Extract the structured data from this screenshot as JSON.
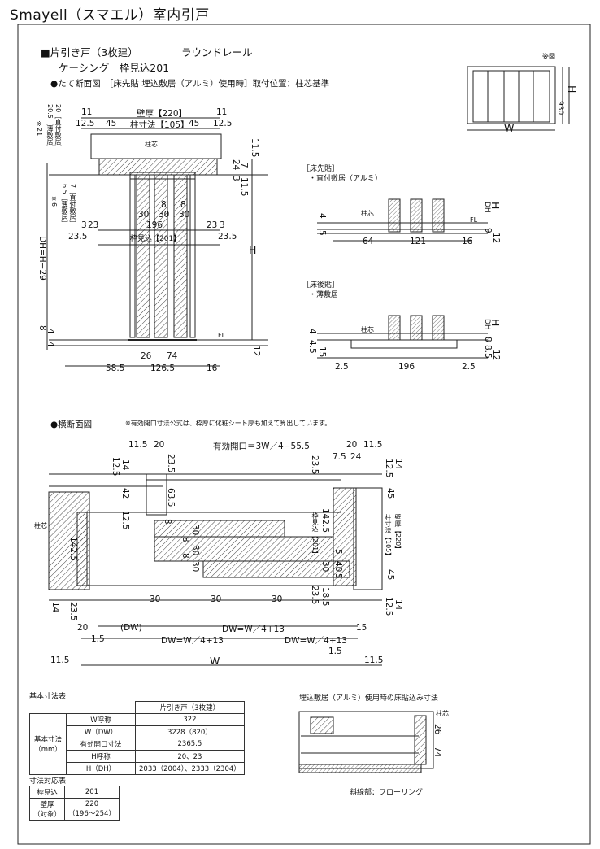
{
  "title": "Smayell（スマエル）室内引戸",
  "spec": {
    "line1_a": "■片引き戸（3枚建）",
    "line1_b": "ラウンドレール",
    "line2": "ケーシング　枠見込201",
    "section_vertical": "●たて断面図　［床先貼 埋込敷居（アルミ）使用時］取付位置：柱芯基準",
    "section_horizontal": "●横断面図",
    "horizontal_note": "※有効開口寸法公式は、枠厚に化粧シート厚も加えて算出しています。"
  },
  "elevation": {
    "label": "姿図",
    "w": "W",
    "h": "H",
    "dim930": "930"
  },
  "vertical_dims": {
    "top_11a": "11",
    "top_11b": "11",
    "top_125a": "12.5",
    "top_125b": "12.5",
    "top_45a": "45",
    "top_45b": "45",
    "wall": "壁厚【220】",
    "pillar": "柱寸法【105】",
    "pillar_center": "柱芯",
    "r115": "11.5",
    "r24": "24",
    "r7": "7",
    "r3": "3",
    "r115b": "11.5",
    "side_note21": "※21",
    "side_205": "20.5［薄敷居］",
    "side_20": "20［直付敷居］",
    "side_note6": "※6",
    "side_65": "6.5［薄敷居］",
    "side_7": "7［直付敷居］",
    "d30a": "30",
    "d30b": "30",
    "d30c": "30",
    "d8a": "8",
    "d8b": "8",
    "w196": "196",
    "l3": "3",
    "l23": "23",
    "r23": "23",
    "r3b": "3",
    "l235": "23.5",
    "frame201": "枠見込【201】",
    "r235": "23.5",
    "dh": "DH=H−29",
    "h": "H",
    "fl": "FL",
    "b8": "8",
    "b4": "4",
    "b4b": "4",
    "b26": "26",
    "b74": "74",
    "b12": "12",
    "b585": "58.5",
    "b1265": "126.5",
    "b16": "16"
  },
  "floor_front": {
    "label": "［床先貼］",
    "sub": "・直付敷居（アルミ）",
    "pillar": "柱芯",
    "d4": "4",
    "d5": "5",
    "dh": "DH",
    "h": "H",
    "fl": "FL",
    "d9": "9",
    "d12": "12",
    "d64": "64",
    "d121": "121",
    "d16": "16"
  },
  "floor_back": {
    "label": "［床後貼］",
    "sub": "・薄敷居",
    "pillar": "柱芯",
    "d4": "4",
    "d45": "4.5",
    "d15": "15",
    "dh": "DH",
    "h": "H",
    "d8": "8",
    "d85": "8.5",
    "d12": "12",
    "d25a": "2.5",
    "d196": "196",
    "d25b": "2.5"
  },
  "horizontal": {
    "t115a": "11.5",
    "t20a": "20",
    "opening": "有効開口＝3W／4−55.5",
    "t20b": "20",
    "t115b": "11.5",
    "l125": "12.5",
    "l14": "14",
    "l235a": "23.5",
    "l42": "42",
    "l635": "63.5",
    "l125b": "12.5",
    "l8": "8",
    "l1425": "142.5",
    "pillar": "柱芯",
    "c30a": "30",
    "c30b": "30",
    "c8a": "8",
    "c8b": "8",
    "c30c": "30",
    "c30d": "30",
    "b30a": "30",
    "b30b": "30",
    "b30c": "30",
    "r235": "23.5",
    "r75": "7.5",
    "r24": "24",
    "r125": "12.5",
    "r14": "14",
    "r125b": "12.5",
    "r1425": "142.5",
    "frame201": "枠見込【201】",
    "pillar105": "柱寸法【105】",
    "wall220": "壁厚【220】",
    "r45a": "45",
    "r45b": "45",
    "r5a": "5",
    "r30": "30",
    "r40": "40",
    "r5b": "5",
    "r235b": "23.5",
    "r185": "18.5",
    "r125c": "12.5",
    "r14b": "14",
    "l14b": "14",
    "l235b": "23.5",
    "b20": "20",
    "dw": "(DW)",
    "b15": "15",
    "b15a": "1.5",
    "dw1": "DW=W／4+13",
    "dw2": "DW=W／4+13",
    "dw3": "DW=W／4+13",
    "b15b": "1.5",
    "b115a": "11.5",
    "w": "W",
    "b115b": "11.5"
  },
  "basic_table": {
    "title": "基本寸法表",
    "col_head": "片引き戸（3枚建）",
    "group_label": "基本寸法（mm）",
    "rows": [
      {
        "label": "W呼称",
        "value": "322"
      },
      {
        "label": "W（DW）",
        "value": "3228（820）"
      },
      {
        "label": "有効開口寸法",
        "value": "2365.5"
      },
      {
        "label": "H呼称",
        "value": "20、23"
      },
      {
        "label": "H（DH）",
        "value": "2033（2004）、2333（2304）"
      }
    ]
  },
  "correspond_table": {
    "title": "寸法対応表",
    "r1_label": "枠見込",
    "r1_value": "201",
    "r2_label": "壁厚",
    "r2_label2": "（対象）",
    "r2_value": "220",
    "r2_value2": "（196〜254）"
  },
  "embed": {
    "title": "埋込敷居（アルミ）使用時の床貼込み寸法",
    "pillar": "柱芯",
    "d26": "26",
    "d74": "74",
    "hatch_note": "斜線部：フローリング"
  }
}
